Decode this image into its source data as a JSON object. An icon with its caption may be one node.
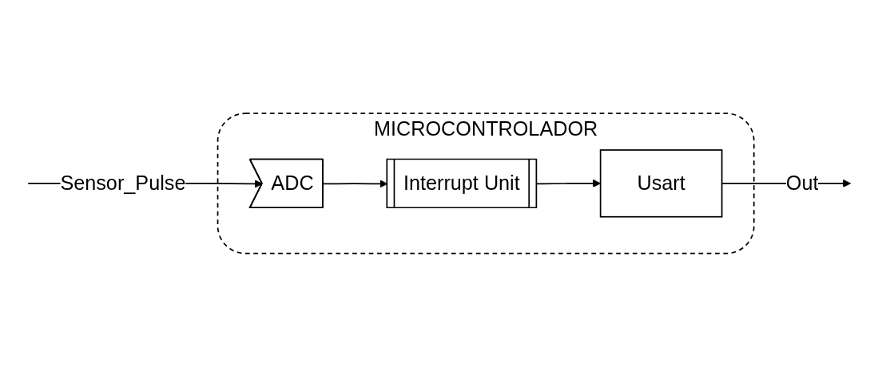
{
  "diagram": {
    "nodes": [
      {
        "text": [
          "MICROCONTROLADOR"
        ]
      },
      {
        "text": [
          "ADC"
        ],
        "in": 0
      },
      {
        "text": [
          "Interrupt Unit"
        ],
        "in": 0
      },
      {
        "text": [
          "Usart"
        ],
        "in": 0
      }
    ],
    "edges": [
      {
        "from": null,
        "to": 1,
        "arrow": "to",
        "label": "Sensor_Pulse"
      },
      {
        "from": 1,
        "to": 2,
        "arrow": "to"
      },
      {
        "from": 2,
        "to": 3,
        "arrow": "to"
      },
      {
        "from": 3,
        "to": null,
        "arrow": "to",
        "label": "Out"
      }
    ]
  }
}
